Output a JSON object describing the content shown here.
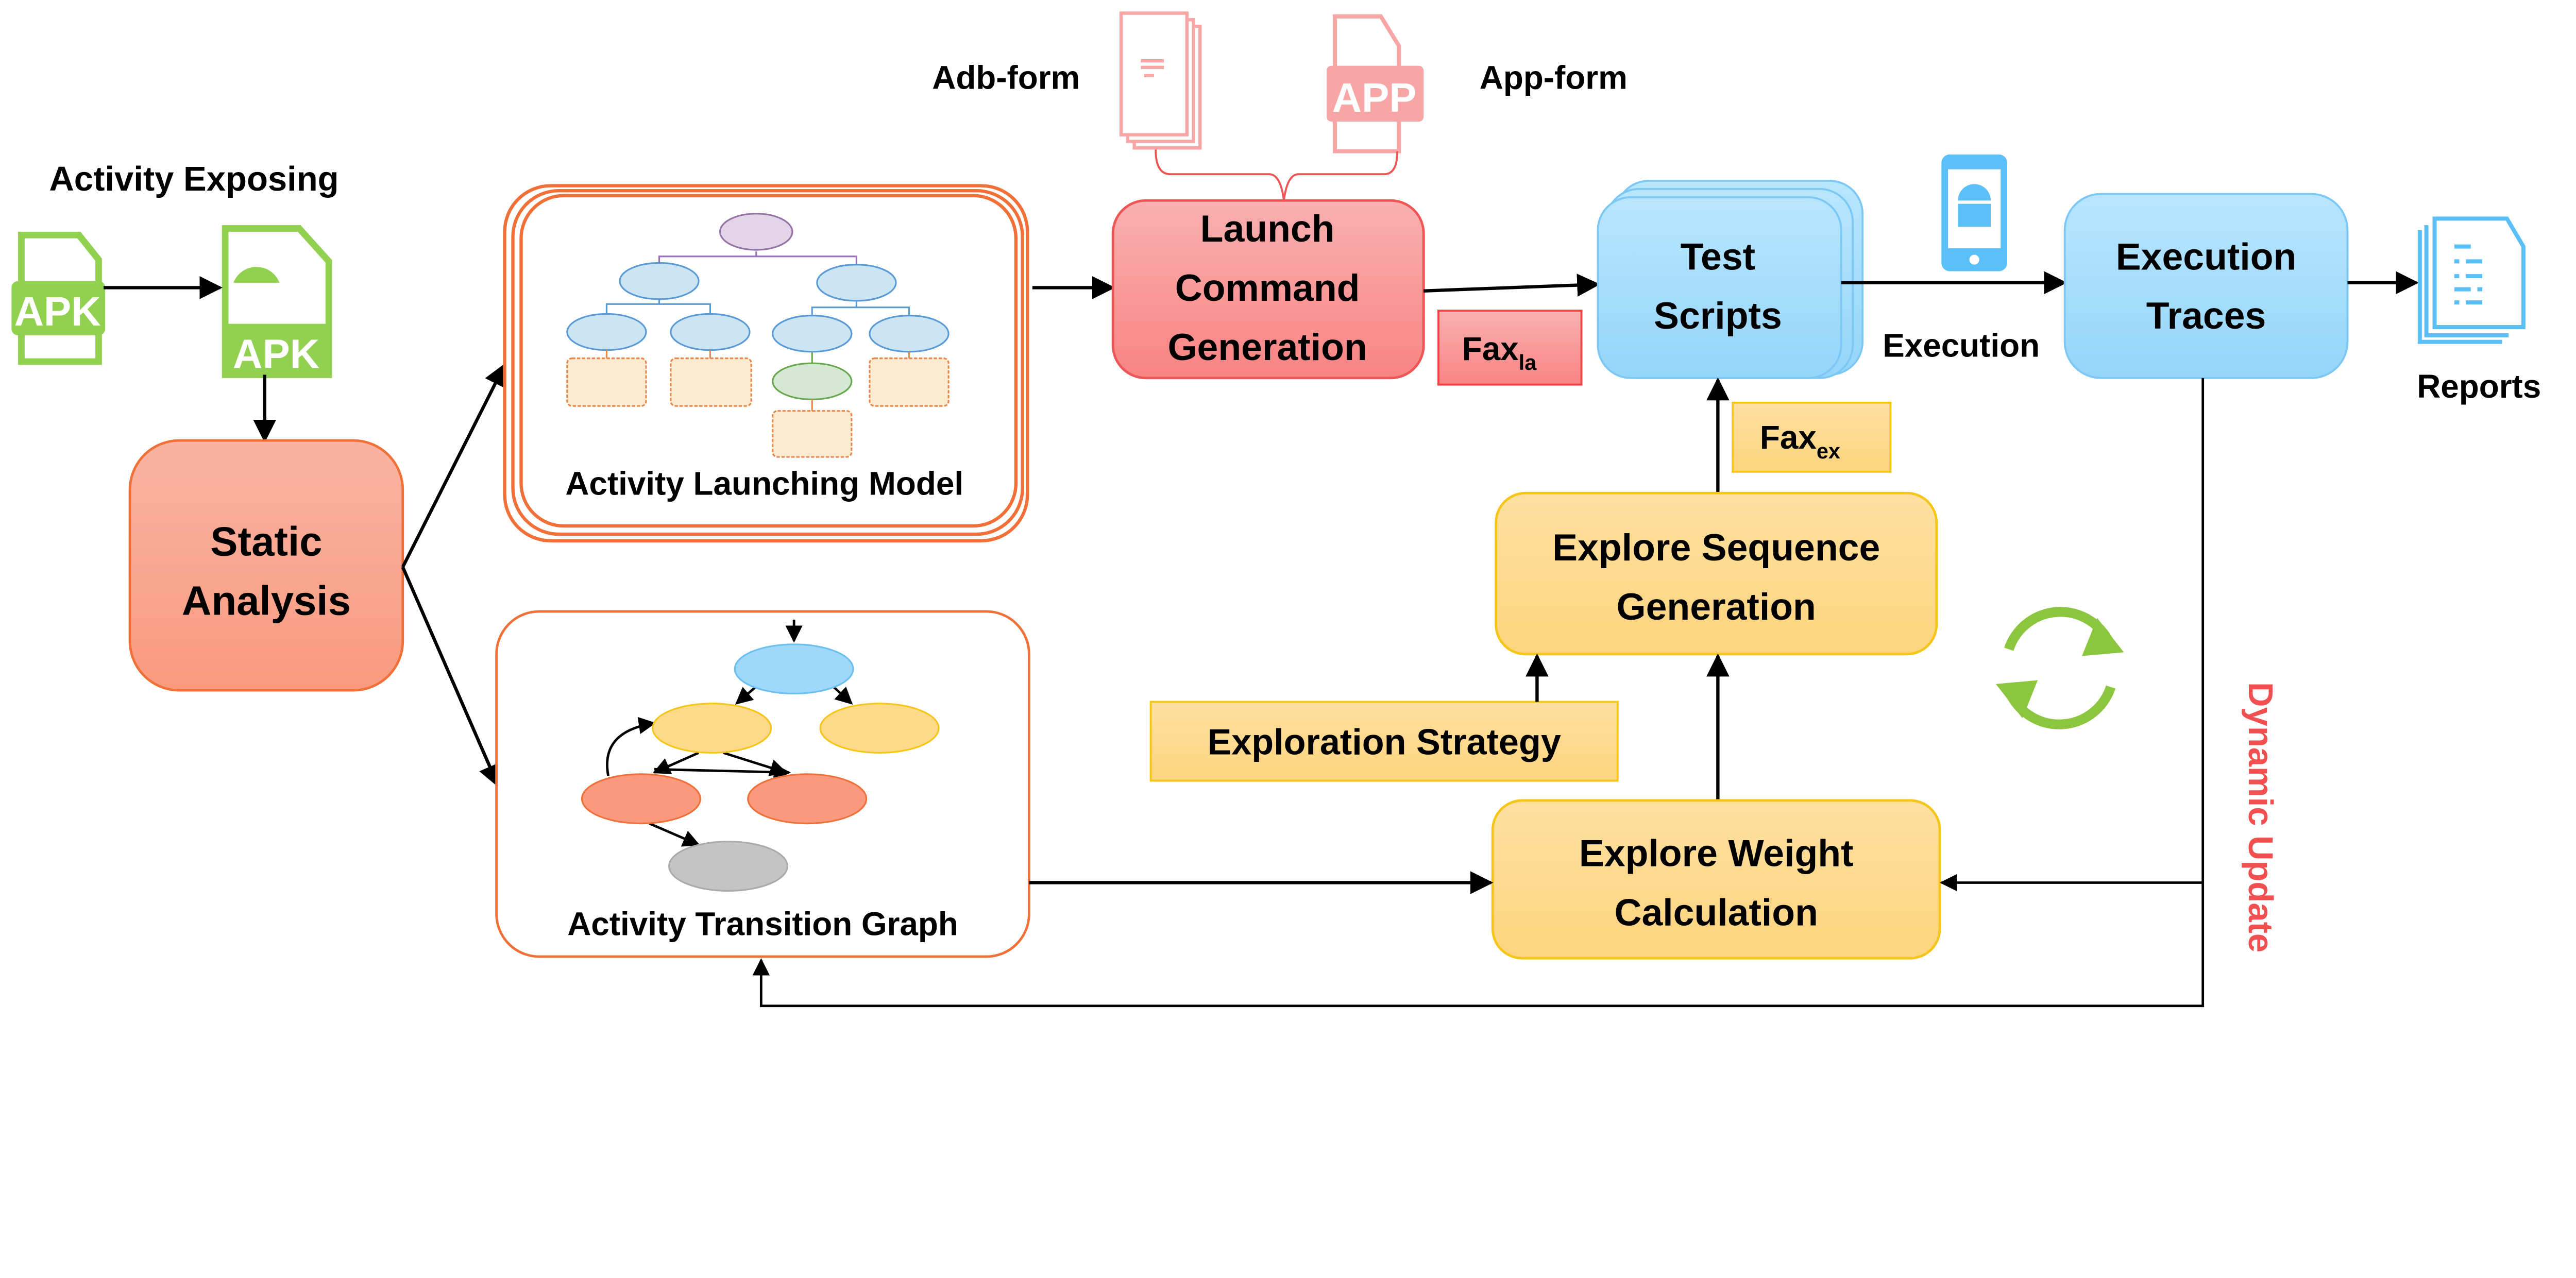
{
  "labels": {
    "activity_exposing": "Activity Exposing",
    "apk1": "APK",
    "apk2": "APK",
    "adb_form": "Adb-form",
    "app_form": "App-form",
    "app_icon_text": "APP",
    "execution": "Execution",
    "reports": "Reports",
    "dynamic_update": "Dynamic Update"
  },
  "nodes": {
    "static_analysis": [
      "Static",
      "Analysis"
    ],
    "activity_launching_model": "Activity Launching Model",
    "activity_transition_graph": "Activity Transition Graph",
    "launch_command_generation": [
      "Launch",
      "Command",
      "Generation"
    ],
    "fax_la": {
      "base": "Fax",
      "sub": "la"
    },
    "fax_ex": {
      "base": "Fax",
      "sub": "ex"
    },
    "test_scripts": [
      "Test",
      "Scripts"
    ],
    "execution_traces": [
      "Execution",
      "Traces"
    ],
    "explore_sequence_generation": [
      "Explore Sequence",
      "Generation"
    ],
    "exploration_strategy": "Exploration Strategy",
    "explore_weight_calculation": [
      "Explore Weight",
      "Calculation"
    ]
  },
  "colors": {
    "apk_green": "#92d050",
    "orange_stroke": "#f07038",
    "red_box": "#f99a9a",
    "blue_box": "#a6dcfb",
    "yellow_box": "#fddc95",
    "yellow_stroke": "#f5c518",
    "dynamic_red": "#f25050",
    "cycle_green": "#8cc63f"
  }
}
